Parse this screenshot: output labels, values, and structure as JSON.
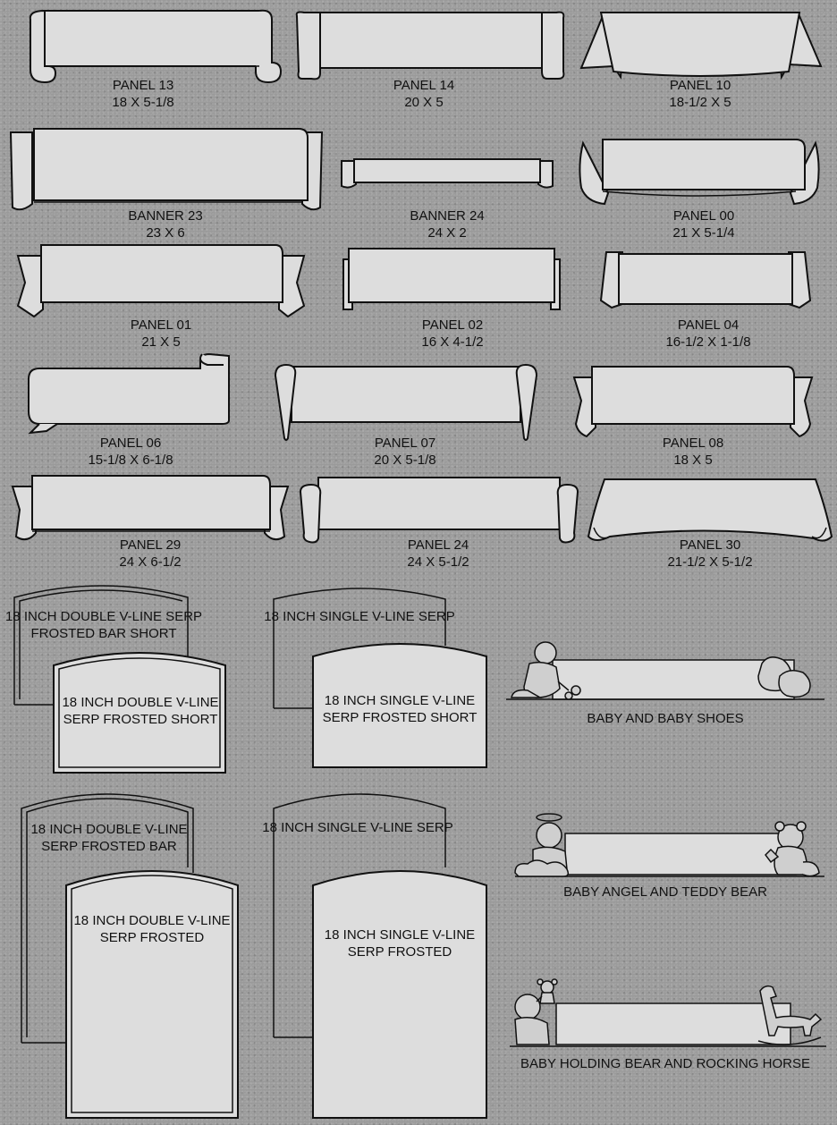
{
  "panels": [
    {
      "name": "PANEL 13",
      "size": "18 X 5-1/8"
    },
    {
      "name": "PANEL 14",
      "size": "20 X 5"
    },
    {
      "name": "PANEL 10",
      "size": "18-1/2 X 5"
    },
    {
      "name": "BANNER 23",
      "size": "23 X 6"
    },
    {
      "name": "BANNER 24",
      "size": "24 X 2"
    },
    {
      "name": "PANEL 00",
      "size": "21 X 5-1/4"
    },
    {
      "name": "PANEL 01",
      "size": "21  X 5"
    },
    {
      "name": "PANEL 02",
      "size": "16  X 4-1/2"
    },
    {
      "name": "PANEL 04",
      "size": "16-1/2 X 1-1/8"
    },
    {
      "name": "PANEL 06",
      "size": "15-1/8  X  6-1/8"
    },
    {
      "name": "PANEL 07",
      "size": "20  X 5-1/8"
    },
    {
      "name": "PANEL 08",
      "size": "18 X 5"
    },
    {
      "name": "PANEL 29",
      "size": "24  X  6-1/2"
    },
    {
      "name": "PANEL 24",
      "size": "24  X   5-1/2"
    },
    {
      "name": "PANEL 30",
      "size": "21-1/2 X 5-1/2"
    }
  ],
  "markers": {
    "double_bar_short": [
      "18 INCH DOUBLE V-LINE SERP",
      "FROSTED BAR SHORT"
    ],
    "double_short": [
      "18 INCH DOUBLE V-LINE",
      "SERP FROSTED SHORT"
    ],
    "single_serp_short_back": "18 INCH SINGLE V-LINE SERP",
    "single_short": [
      "18 INCH SINGLE V-LINE",
      "SERP FROSTED SHORT"
    ],
    "double_bar": [
      "18 INCH DOUBLE V-LINE",
      "SERP FROSTED BAR"
    ],
    "double": [
      "18 INCH DOUBLE V-LINE",
      "SERP FROSTED"
    ],
    "single_serp_back": "18 INCH SINGLE V-LINE SERP",
    "single": [
      "18 INCH SINGLE V-LINE",
      "SERP FROSTED"
    ]
  },
  "baby": [
    "BABY AND BABY SHOES",
    "BABY ANGEL AND TEDDY BEAR",
    "BABY HOLDING BEAR AND ROCKING HORSE"
  ]
}
